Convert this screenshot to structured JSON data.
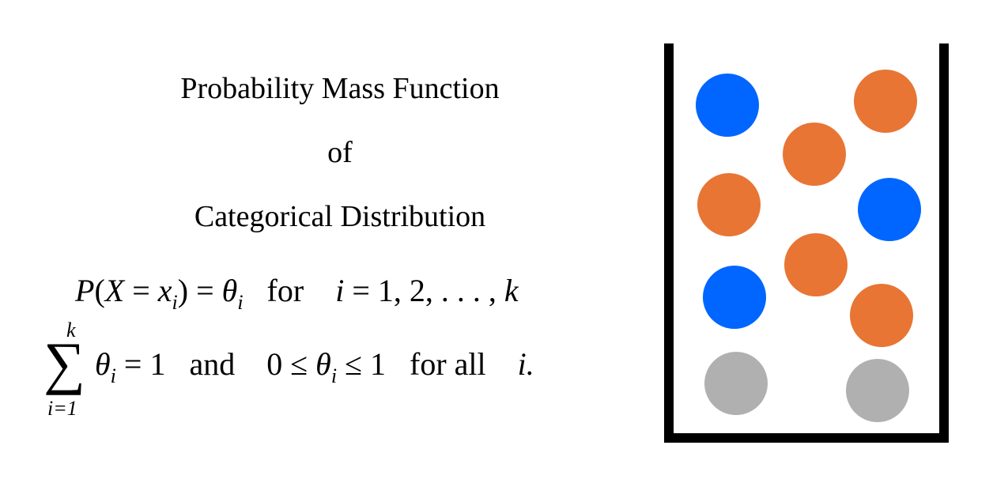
{
  "heading": {
    "line1": "Probability Mass Function",
    "line2": "of",
    "line3": "Categorical Distribution"
  },
  "formula1": {
    "P": "P",
    "open": "(",
    "X": "X",
    "eq1": " = ",
    "x": "x",
    "x_sub": "i",
    "close": ")",
    "eq2": " = ",
    "theta": "θ",
    "theta_sub": "i",
    "word_for": "for",
    "i": "i",
    "eq3": " = ",
    "values": "1, 2, . . . , ",
    "k": "k"
  },
  "formula2": {
    "sum_symbol": "∑",
    "sum_upper": "k",
    "sum_lower": "i=1",
    "theta": "θ",
    "theta_sub": "i",
    "eq_one": " = 1",
    "word_and": "and",
    "zero_le": "0 ≤ ",
    "theta2": "θ",
    "theta2_sub": "i",
    "le_one": " ≤ 1",
    "word_for_all": "for all",
    "i_end": "i."
  },
  "balls": [
    {
      "color": "#0066ff"
    },
    {
      "color": "#e87534"
    },
    {
      "color": "#e87534"
    },
    {
      "color": "#e87534"
    },
    {
      "color": "#0066ff"
    },
    {
      "color": "#e87534"
    },
    {
      "color": "#0066ff"
    },
    {
      "color": "#e87534"
    },
    {
      "color": "#b0b0b0"
    },
    {
      "color": "#b0b0b0"
    }
  ],
  "jar_color": "#000000"
}
